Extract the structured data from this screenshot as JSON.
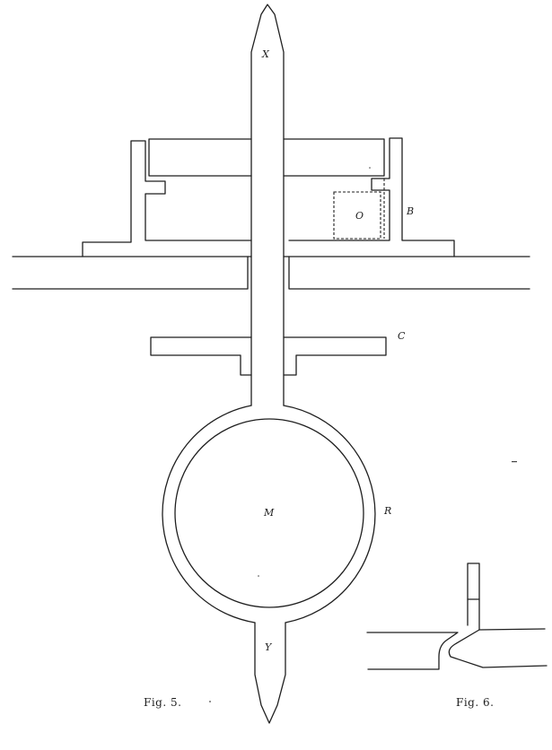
{
  "figure": {
    "labels": {
      "x": "X",
      "y": "Y",
      "o": "O",
      "b": "B",
      "c": "C",
      "m": "M",
      "r": "R"
    },
    "captions": {
      "fig5": "Fig. 5.",
      "fig6": "Fig. 6."
    }
  }
}
